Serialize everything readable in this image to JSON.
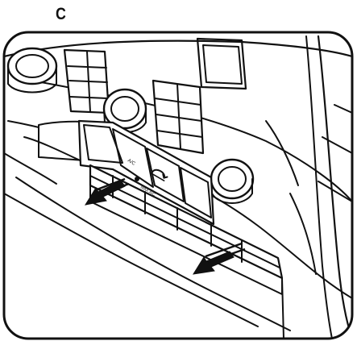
{
  "figure": {
    "panel_label": "C",
    "buttons": {
      "ac_label": "A/C",
      "max_ac_label": "MAX A/C"
    },
    "icons": [
      "recirculation-icon",
      "snowflake-icon",
      "arrow-icon"
    ]
  }
}
